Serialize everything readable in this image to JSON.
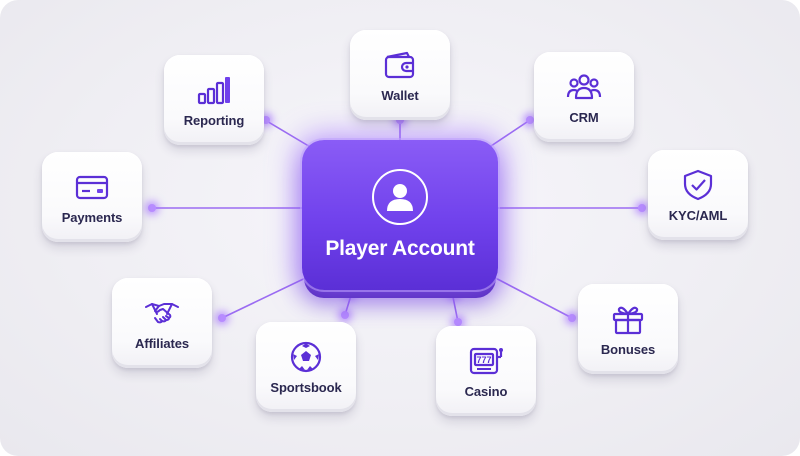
{
  "hub": {
    "title": "Player Account",
    "icon": "user-icon"
  },
  "modules": [
    {
      "label": "Reporting",
      "icon": "bar-chart-icon"
    },
    {
      "label": "Wallet",
      "icon": "wallet-icon"
    },
    {
      "label": "CRM",
      "icon": "users-group-icon"
    },
    {
      "label": "Payments",
      "icon": "credit-card-icon"
    },
    {
      "label": "KYC/AML",
      "icon": "shield-check-icon"
    },
    {
      "label": "Affiliates",
      "icon": "handshake-icon"
    },
    {
      "label": "Sportsbook",
      "icon": "soccer-ball-icon"
    },
    {
      "label": "Casino",
      "icon": "slot-machine-icon"
    },
    {
      "label": "Bonuses",
      "icon": "gift-icon"
    }
  ],
  "colors": {
    "accent": "#7041ec",
    "glow": "#b78cff",
    "icon": "#5b2fd6",
    "label": "#2b2850"
  }
}
